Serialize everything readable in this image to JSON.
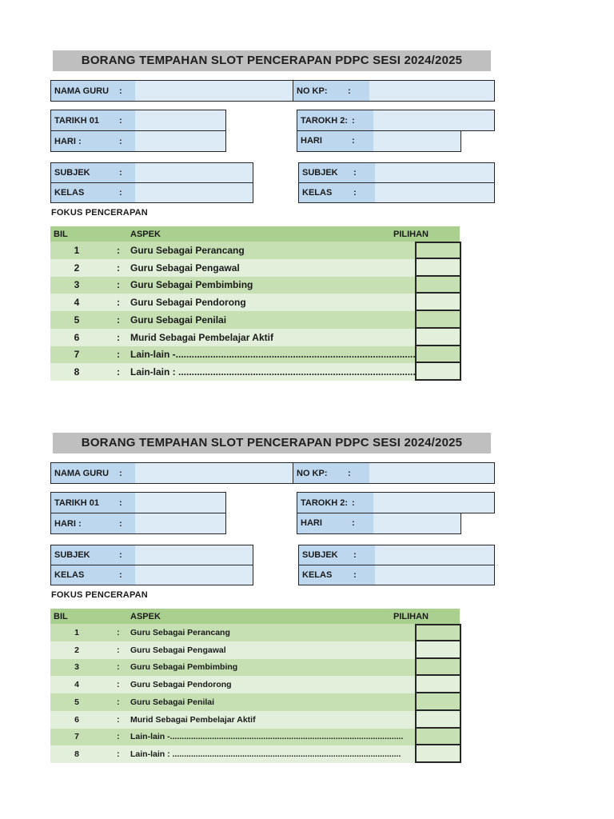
{
  "colors": {
    "title_bar_bg": "#bfbfbf",
    "label_blue": "#bdd7ee",
    "field_blue": "#ddebf7",
    "table_header_green": "#a9d08e",
    "row_stripe_dark": "#c6e0b4",
    "row_stripe_light": "#e2efda",
    "border": "#262626",
    "text": "#1a1a1a"
  },
  "forms": [
    {
      "title": "BORANG TEMPAHAN SLOT PENCERAPAN PDPC SESI 2024/2025",
      "fields": {
        "nama_guru": {
          "label": "NAMA GURU",
          "colon": ":",
          "value": ""
        },
        "no_kp": {
          "label": "NO KP:",
          "colon": ":",
          "value": ""
        },
        "tarikh_1": {
          "label": "TARIKH 01",
          "colon": ":",
          "value": ""
        },
        "tarikh_2": {
          "label": "TAROKH 2:",
          "colon": ":",
          "value": ""
        },
        "hari_1": {
          "label": "HARI :",
          "colon": ":",
          "value": ""
        },
        "hari_2": {
          "label": "HARI",
          "colon": ":",
          "value": ""
        },
        "subjek_1": {
          "label": "SUBJEK",
          "colon": ":",
          "value": ""
        },
        "subjek_2": {
          "label": "SUBJEK",
          "colon": ":",
          "value": ""
        },
        "kelas_1": {
          "label": "KELAS",
          "colon": ":",
          "value": ""
        },
        "kelas_2": {
          "label": "KELAS",
          "colon": ":",
          "value": ""
        }
      },
      "fokus_heading": "FOKUS PENCERAPAN",
      "table": {
        "headers": {
          "bil": "BIL",
          "aspek": "ASPEK",
          "pilihan": "PILIHAN"
        },
        "rows": [
          {
            "num": "1",
            "colon": ":",
            "aspek": "Guru Sebagai Perancang",
            "pilihan": ""
          },
          {
            "num": "2",
            "colon": ":",
            "aspek": "Guru Sebagai Pengawal",
            "pilihan": ""
          },
          {
            "num": "3",
            "colon": ":",
            "aspek": "Guru Sebagai Pembimbing",
            "pilihan": ""
          },
          {
            "num": "4",
            "colon": ":",
            "aspek": "Guru Sebagai Pendorong",
            "pilihan": ""
          },
          {
            "num": "5",
            "colon": ":",
            "aspek": "Guru Sebagai Penilai",
            "pilihan": ""
          },
          {
            "num": "6",
            "colon": ":",
            "aspek": "Murid Sebagai Pembelajar Aktif",
            "pilihan": ""
          },
          {
            "num": "7",
            "colon": ":",
            "aspek": "Lain-lain -....................................................................................................",
            "pilihan": ""
          },
          {
            "num": "8",
            "colon": ":",
            "aspek": "Lain-lain : ..................................................................................................",
            "pilihan": ""
          }
        ]
      }
    },
    {
      "title": "BORANG TEMPAHAN SLOT PENCERAPAN PDPC SESI 2024/2025",
      "fields": {
        "nama_guru": {
          "label": "NAMA GURU",
          "colon": ":",
          "value": ""
        },
        "no_kp": {
          "label": "NO KP:",
          "colon": ":",
          "value": ""
        },
        "tarikh_1": {
          "label": "TARIKH 01",
          "colon": ":",
          "value": ""
        },
        "tarikh_2": {
          "label": "TAROKH 2:",
          "colon": ":",
          "value": ""
        },
        "hari_1": {
          "label": "HARI :",
          "colon": ":",
          "value": ""
        },
        "hari_2": {
          "label": "HARI",
          "colon": ":",
          "value": ""
        },
        "subjek_1": {
          "label": "SUBJEK",
          "colon": ":",
          "value": ""
        },
        "subjek_2": {
          "label": "SUBJEK",
          "colon": ":",
          "value": ""
        },
        "kelas_1": {
          "label": "KELAS",
          "colon": ":",
          "value": ""
        },
        "kelas_2": {
          "label": "KELAS",
          "colon": ":",
          "value": ""
        }
      },
      "fokus_heading": "FOKUS PENCERAPAN",
      "table": {
        "headers": {
          "bil": "BIL",
          "aspek": "ASPEK",
          "pilihan": "PILIHAN"
        },
        "rows": [
          {
            "num": "1",
            "colon": ":",
            "aspek": "Guru Sebagai Perancang",
            "pilihan": ""
          },
          {
            "num": "2",
            "colon": ":",
            "aspek": "Guru Sebagai Pengawal",
            "pilihan": ""
          },
          {
            "num": "3",
            "colon": ":",
            "aspek": "Guru Sebagai Pembimbing",
            "pilihan": ""
          },
          {
            "num": "4",
            "colon": ":",
            "aspek": "Guru Sebagai Pendorong",
            "pilihan": ""
          },
          {
            "num": "5",
            "colon": ":",
            "aspek": "Guru Sebagai Penilai",
            "pilihan": ""
          },
          {
            "num": "6",
            "colon": ":",
            "aspek": "Murid Sebagai Pembelajar Aktif",
            "pilihan": ""
          },
          {
            "num": "7",
            "colon": ":",
            "aspek": "Lain-lain -....................................................................................................",
            "pilihan": ""
          },
          {
            "num": "8",
            "colon": ":",
            "aspek": "Lain-lain : ..................................................................................................",
            "pilihan": ""
          }
        ]
      }
    }
  ]
}
